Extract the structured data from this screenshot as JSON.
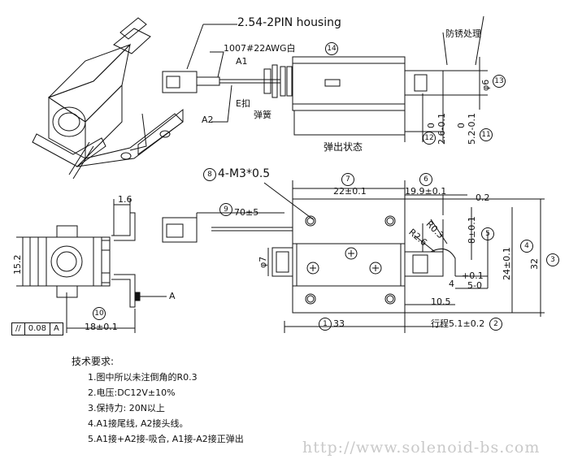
{
  "top_view": {
    "housing_label": "2.54-2PIN housing",
    "wire_label": "1007#22AWG白",
    "wire_callout": "14",
    "a1": "A1",
    "a2": "A2",
    "e_clip": "E扣",
    "spring": "弹簧",
    "rust_proof": "防锈处理",
    "state_caption": "弹出状态",
    "dim_phi6": "φ6",
    "callout_13": "13",
    "callout_12": "12",
    "callout_11": "11",
    "dim_12_value": "2.6-0.1",
    "dim_12_zero": "0",
    "dim_11_value": "5.2-0.1",
    "dim_11_zero": "0"
  },
  "side_view": {
    "dim_top": "1.6",
    "dim_left": "15.2",
    "dim_bottom": "18±0.1",
    "callout_10": "10",
    "pointer_a": "A",
    "tol_symbol": "//",
    "tol_value": "0.08",
    "tol_datum": "A"
  },
  "main_view": {
    "thread": "4-M3*0.5",
    "callout_8": "8",
    "callout_7": "7",
    "callout_6": "6",
    "callout_9": "9",
    "callout_5": "5",
    "callout_4": "4",
    "callout_3": "3",
    "callout_1": "1",
    "callout_2": "2",
    "dim_22": "22±0.1",
    "dim_19_9": "19.9±0.1",
    "dim_0_2": "0.2",
    "dim_70": "70±5",
    "dim_phi7": "φ7",
    "dim_r03": "R0.3",
    "dim_r26": "R2.6",
    "dim_8": "8±0.1",
    "dim_24": "24±0.1",
    "dim_32": "32",
    "dim_plus01": "+0.1",
    "dim_5": "5-0",
    "dim_4": "4",
    "dim_10_5": "10.5",
    "dim_33": "33",
    "stroke": "行程5.1±0.2"
  },
  "notes": {
    "title": "技术要求:",
    "items": [
      "1.图中所以未注倒角的R0.3",
      "2.电压:DC12V±10%",
      "3.保持力: 20N以上",
      "4.A1接尾线, A2接头线。",
      "5.A1接+A2接-吸合, A1接-A2接正弹出"
    ]
  },
  "website": "http://www.solenoid-bs.com"
}
